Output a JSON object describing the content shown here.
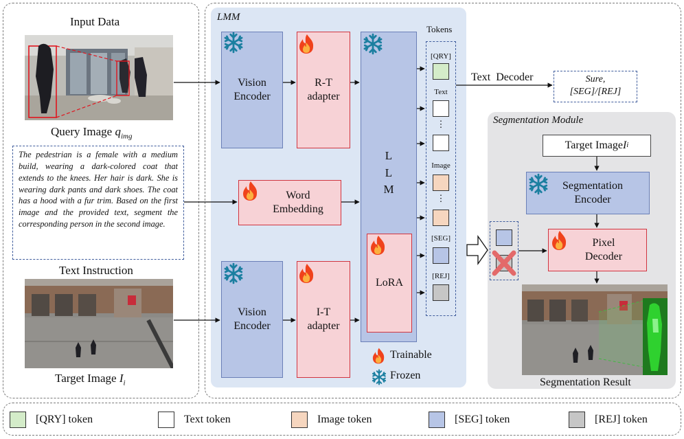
{
  "input_panel": {
    "title": "Input Data",
    "query_caption": "Query Image ",
    "query_symbol": "q",
    "query_sub": "img",
    "instruction_text": "The pedestrian is a female with a medium build, wearing a dark-colored coat that extends to the knees. Her hair is dark. She is wearing dark pants and dark shoes. The coat has a hood with a fur trim. Based on the first image and the provided text, segment the corresponding person in the second image.",
    "instruction_caption": "Text Instruction",
    "target_caption": "Target Image ",
    "target_symbol": "I",
    "target_sub": "i"
  },
  "lmm": {
    "title": "LMM",
    "vision_encoder_top": "Vision\nEncoder",
    "rt_adapter": "R-T\nadapter",
    "word_embedding": "Word\nEmbedding",
    "vision_encoder_bottom": "Vision\nEncoder",
    "it_adapter": "I-T\nadapter",
    "llm": "L\nL\nM",
    "lora": "LoRA",
    "tokens_title": "Tokens",
    "token_labels": {
      "qry": "[QRY]",
      "text": "Text",
      "dots1": "⋮",
      "image": "Image",
      "dots2": "⋮",
      "seg": "[SEG]",
      "rej": "[REJ]"
    },
    "legend_trainable": "Trainable",
    "legend_frozen": "Frozen"
  },
  "text_decoder": {
    "label": "Text  Decoder",
    "output_line1": "Sure,",
    "output_line2": "[SEG]/[REJ]"
  },
  "seg_module": {
    "title": "Segmentation Module",
    "target_image": "Target Image ",
    "target_symbol": "I",
    "target_sub": "i",
    "seg_encoder": "Segmentation\nEncoder",
    "pixel_decoder": "Pixel\nDecoder",
    "result_caption": "Segmentation Result"
  },
  "legend": [
    {
      "label": "[QRY] token",
      "color": "#d4ecc9"
    },
    {
      "label": "Text token",
      "color": "#ffffff"
    },
    {
      "label": "Image token",
      "color": "#f6d6bf"
    },
    {
      "label": "[SEG] token",
      "color": "#b7c5e6"
    },
    {
      "label": "[REJ] token",
      "color": "#c6c6c6"
    }
  ],
  "colors": {
    "frozen_module": "#b7c5e6",
    "trainable_module": "#f7d2d6",
    "panel_bg": "#dce6f4",
    "seg_panel_bg": "#e4e4e6"
  }
}
